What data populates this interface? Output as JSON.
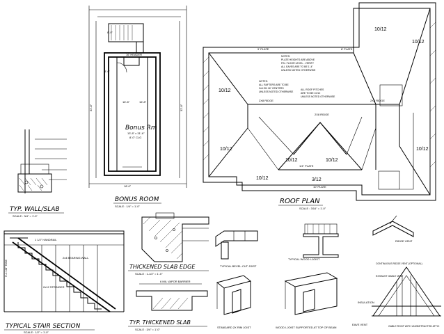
{
  "colors": {
    "ink": "#000000",
    "paper": "#ffffff"
  },
  "bonus_room": {
    "title": "BONUS ROOM",
    "scale": "SCALE : 1/4\" = 1'-0\"",
    "room_name": "Bonus Rm"
  },
  "roof_plan": {
    "title": "ROOF PLAN",
    "scale": "SCALE : 3/16\" = 1'-0\"",
    "pitches": [
      "10/12",
      "10/12",
      "10/12",
      "10/12",
      "10/12",
      "10/12",
      "10/12",
      "10/12",
      "3/12"
    ],
    "notes": [
      "NOTES:",
      "ALL RAFTERS ARE TO BE",
      "2x6 ON 16\" CENTERS",
      "UNLESS NOTED OTHERWISE",
      "ALL ROOF PITCHES",
      "ARE TO BE 10/12",
      "UNLESS NOTED OTHERWISE"
    ],
    "plate_notes": [
      "NOTES:",
      "PLATE HEIGHTS ARE ABOVE",
      "FIN. FLOOR LEVEL - VERIFY",
      "ALL EAVES ARE TO BE 1'-4\"",
      "UNLESS NOTED OTHERWISE"
    ],
    "ridge_labels": [
      "2X8 RIDGE",
      "2X8 RIDGE",
      "2X8 RIDGE"
    ],
    "plate_labels": [
      "9' PLATE",
      "8' PLATE",
      "1/4\" PLATE",
      "10' PLATE"
    ]
  },
  "typ_wall_slab": {
    "title": "TYP. WALL/SLAB",
    "scale": "SCALE : 3/4\" = 1'-0\""
  },
  "stair_section": {
    "title": "TYPICAL STAIR SECTION",
    "scale": "SCALE : 1/2\" = 1'-0\""
  },
  "thickened_slab_edge": {
    "title": "THICKENED SLAB EDGE",
    "scale": "SCALE : 1-1/2\" = 1'-0\""
  },
  "typ_thickened_slab": {
    "title": "TYP. THICKENED SLAB",
    "scale": "SCALE : 3/4\" = 1'-0\""
  },
  "details": {
    "bevel_cut": "TYPICAL BEVEL-CUT JOIST",
    "wood_joist": "TYPICAL WOOD I-JOIST",
    "std_rim": "STANDARD 2X RIM JOIST",
    "wood_i_joist_beam": "WOOD I-JOIST SUPPORTED AT TOP OF BEAM",
    "gable_roof": "GABLE ROOF WITH UNOBSTRUCTED ATTIC",
    "ridge_vent": "CONTINUOUS RIDGE VENT (OPTIONAL)",
    "insulation": "INSULATION",
    "eave_vent": "EAVE VENT",
    "gable_vent": "EXHAUST GABLE VENT"
  }
}
